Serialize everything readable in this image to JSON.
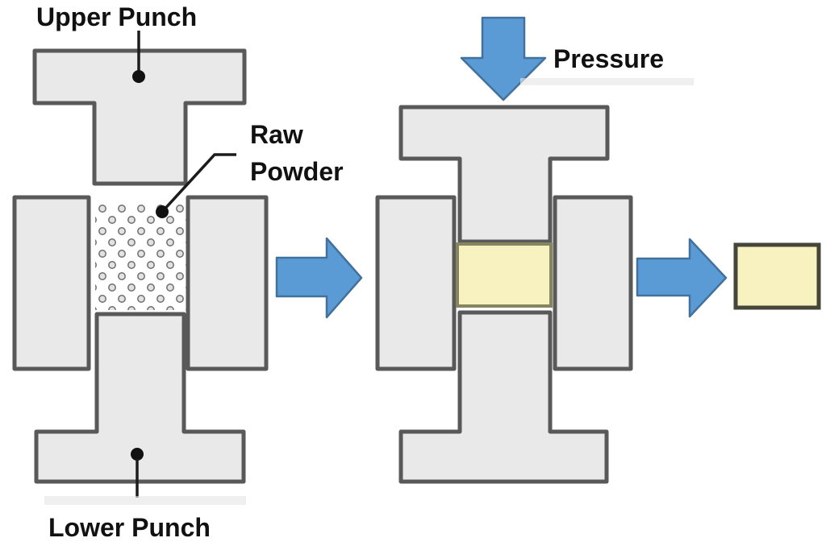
{
  "diagram": {
    "labels": {
      "upper_punch": "Upper Punch",
      "raw_powder": [
        "Raw",
        "Powder"
      ],
      "lower_punch": "Lower Punch",
      "pressure": "Pressure"
    },
    "icons": {
      "pressure_arrow": "down-arrow",
      "flow_arrow_1": "right-arrow",
      "flow_arrow_2": "right-arrow"
    },
    "colors": {
      "background": "#ffffff",
      "metal_fill": "#e9e9e9",
      "metal_border": "#595959",
      "arrow_fill": "#5b9bd5",
      "arrow_border": "#41719c",
      "powder_compact_fill": "#f8f2c0",
      "compact_border": "#85855f",
      "pellet_border": "#45453a",
      "powder_dot_fill": "#e2e2e2",
      "powder_dot_border": "#6e6e6e",
      "label_text": "#111111"
    }
  }
}
